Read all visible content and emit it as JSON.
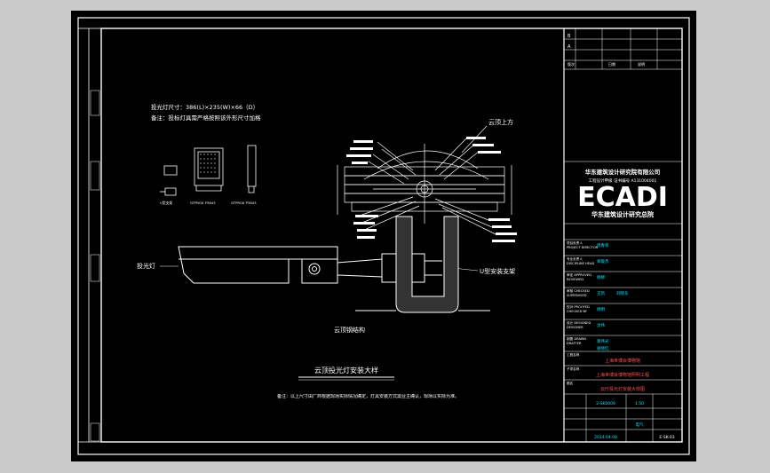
{
  "drawing": {
    "spec_line": "投光灯尺寸：386(L)×235(W)×66（D）",
    "note_line": "备注：投标灯具需严格按照该外形尺寸加格",
    "view_labels": [
      "U型支架",
      "GTPROX P3843",
      "GTPROX P3843"
    ],
    "callout_top": "云顶上方",
    "callout_fixture": "投光灯",
    "callout_bracket": "U型安装支架",
    "callout_structure": "云顶钢结构",
    "title": "云顶投光灯安装大样",
    "footer_note": "备注：以上尺寸由厂商根据现场实际情况确定，灯具安装方式需业主确认，现场以实际为准。"
  },
  "titleblock": {
    "company_cn": "华东建筑设计研究院有限公司",
    "cert_line": "工程设计甲级  证书编号 A131004001",
    "logo": "ECADI",
    "company_sub": "华东建筑设计研究总院",
    "names": [
      "周春荣",
      "郑俊杰",
      "杨柳",
      "王凯",
      "刘晓东",
      "杨明",
      "沈伟",
      "蒋伟光",
      "徐晓红"
    ],
    "project_1": "上海世博会博物馆",
    "project_2": "上海世博会博物馆照明工程",
    "project_3": "云厅投光灯安装大样图",
    "code": "2-SK0009",
    "scale": "1:50",
    "date": "2014.04.08",
    "discipline": "电气",
    "sheet_no": "E-SK-03"
  }
}
